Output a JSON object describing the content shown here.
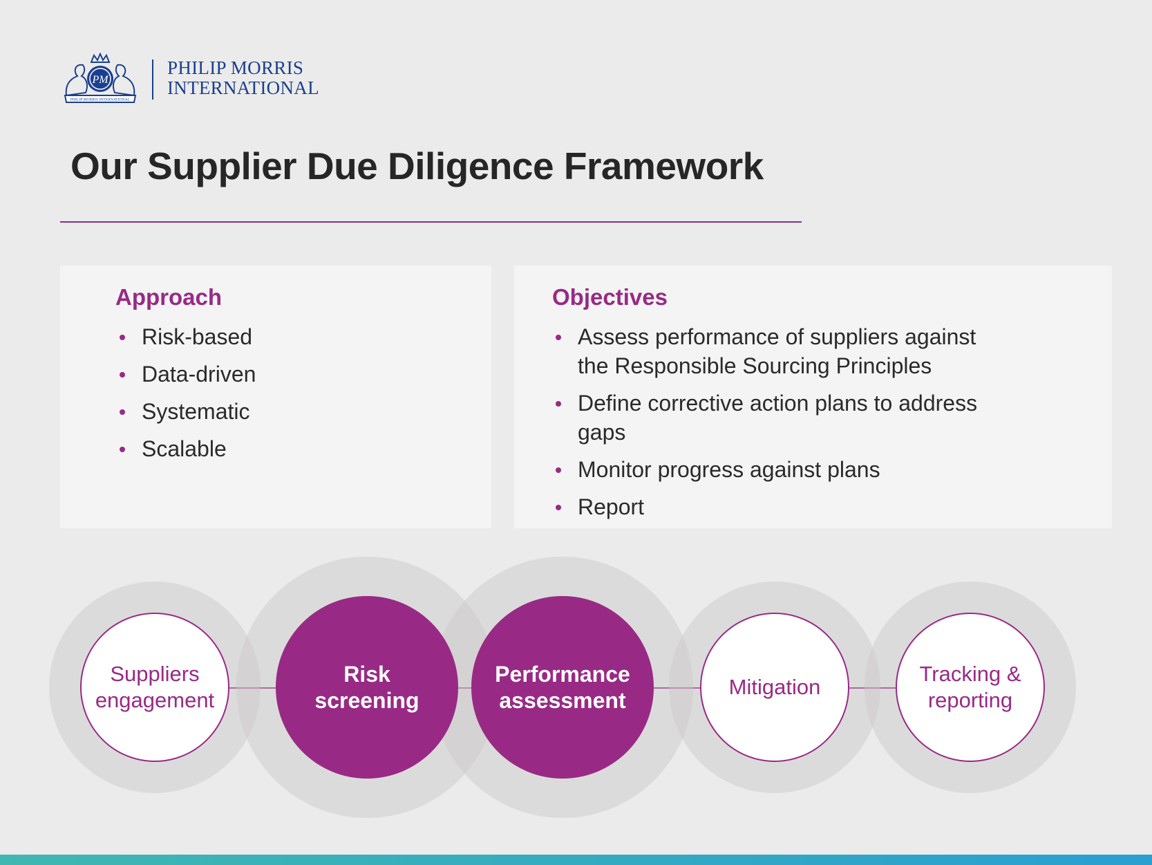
{
  "logo": {
    "emblem_icon": "pmi-crest-icon",
    "monogram": "PM",
    "ribbon": "PHILIP MORRIS INTERNATIONAL",
    "line1": "PHILIP MORRIS",
    "line2": "INTERNATIONAL",
    "color": "#1b3f8f"
  },
  "title": "Our Supplier Due Diligence Framework",
  "approach": {
    "heading": "Approach",
    "items": [
      "Risk-based",
      "Data-driven",
      "Systematic",
      "Scalable"
    ]
  },
  "objectives": {
    "heading": "Objectives",
    "items": [
      "Assess performance of suppliers against the Responsible Sourcing Principles",
      "Define corrective action plans to address gaps",
      "Monitor progress against plans",
      "Report"
    ]
  },
  "steps": [
    {
      "label": "Suppliers engagement",
      "style": "outline"
    },
    {
      "label": "Risk screening",
      "style": "filled"
    },
    {
      "label": "Performance assessment",
      "style": "filled"
    },
    {
      "label": "Mitigation",
      "style": "outline"
    },
    {
      "label": "Tracking & reporting",
      "style": "outline"
    }
  ],
  "colors": {
    "accent": "#982a85",
    "title": "#262626",
    "background": "#ebebeb",
    "panel": "#f4f4f4",
    "bar_start": "#40b7b0",
    "bar_end": "#2a9fd0"
  }
}
